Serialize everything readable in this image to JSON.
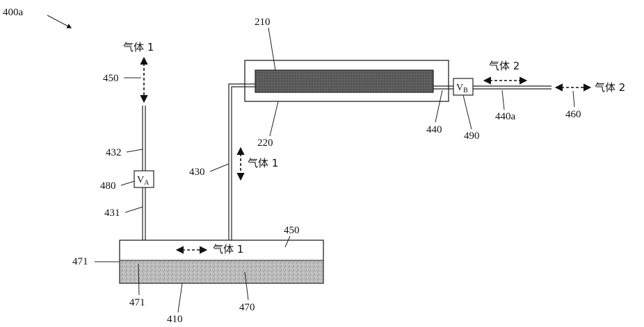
{
  "figure_label": "400a",
  "gas1": "气体 1",
  "gas2": "气体 2",
  "valve_a": {
    "main": "V",
    "sub": "A"
  },
  "valve_b": {
    "main": "V",
    "sub": "B"
  },
  "ref_numbers": {
    "r210": "210",
    "r220": "220",
    "r410": "410",
    "r430": "430",
    "r431": "431",
    "r432": "432",
    "r440": "440",
    "r440a": "440a",
    "r450_top": "450",
    "r450_tank": "450",
    "r460": "460",
    "r470": "470",
    "r471_left": "471",
    "r471_inner": "471",
    "r480": "480",
    "r490": "490"
  },
  "colors": {
    "line": "#222222",
    "liquid_fill": "#b8b8b8",
    "core_fill": "#606060"
  }
}
